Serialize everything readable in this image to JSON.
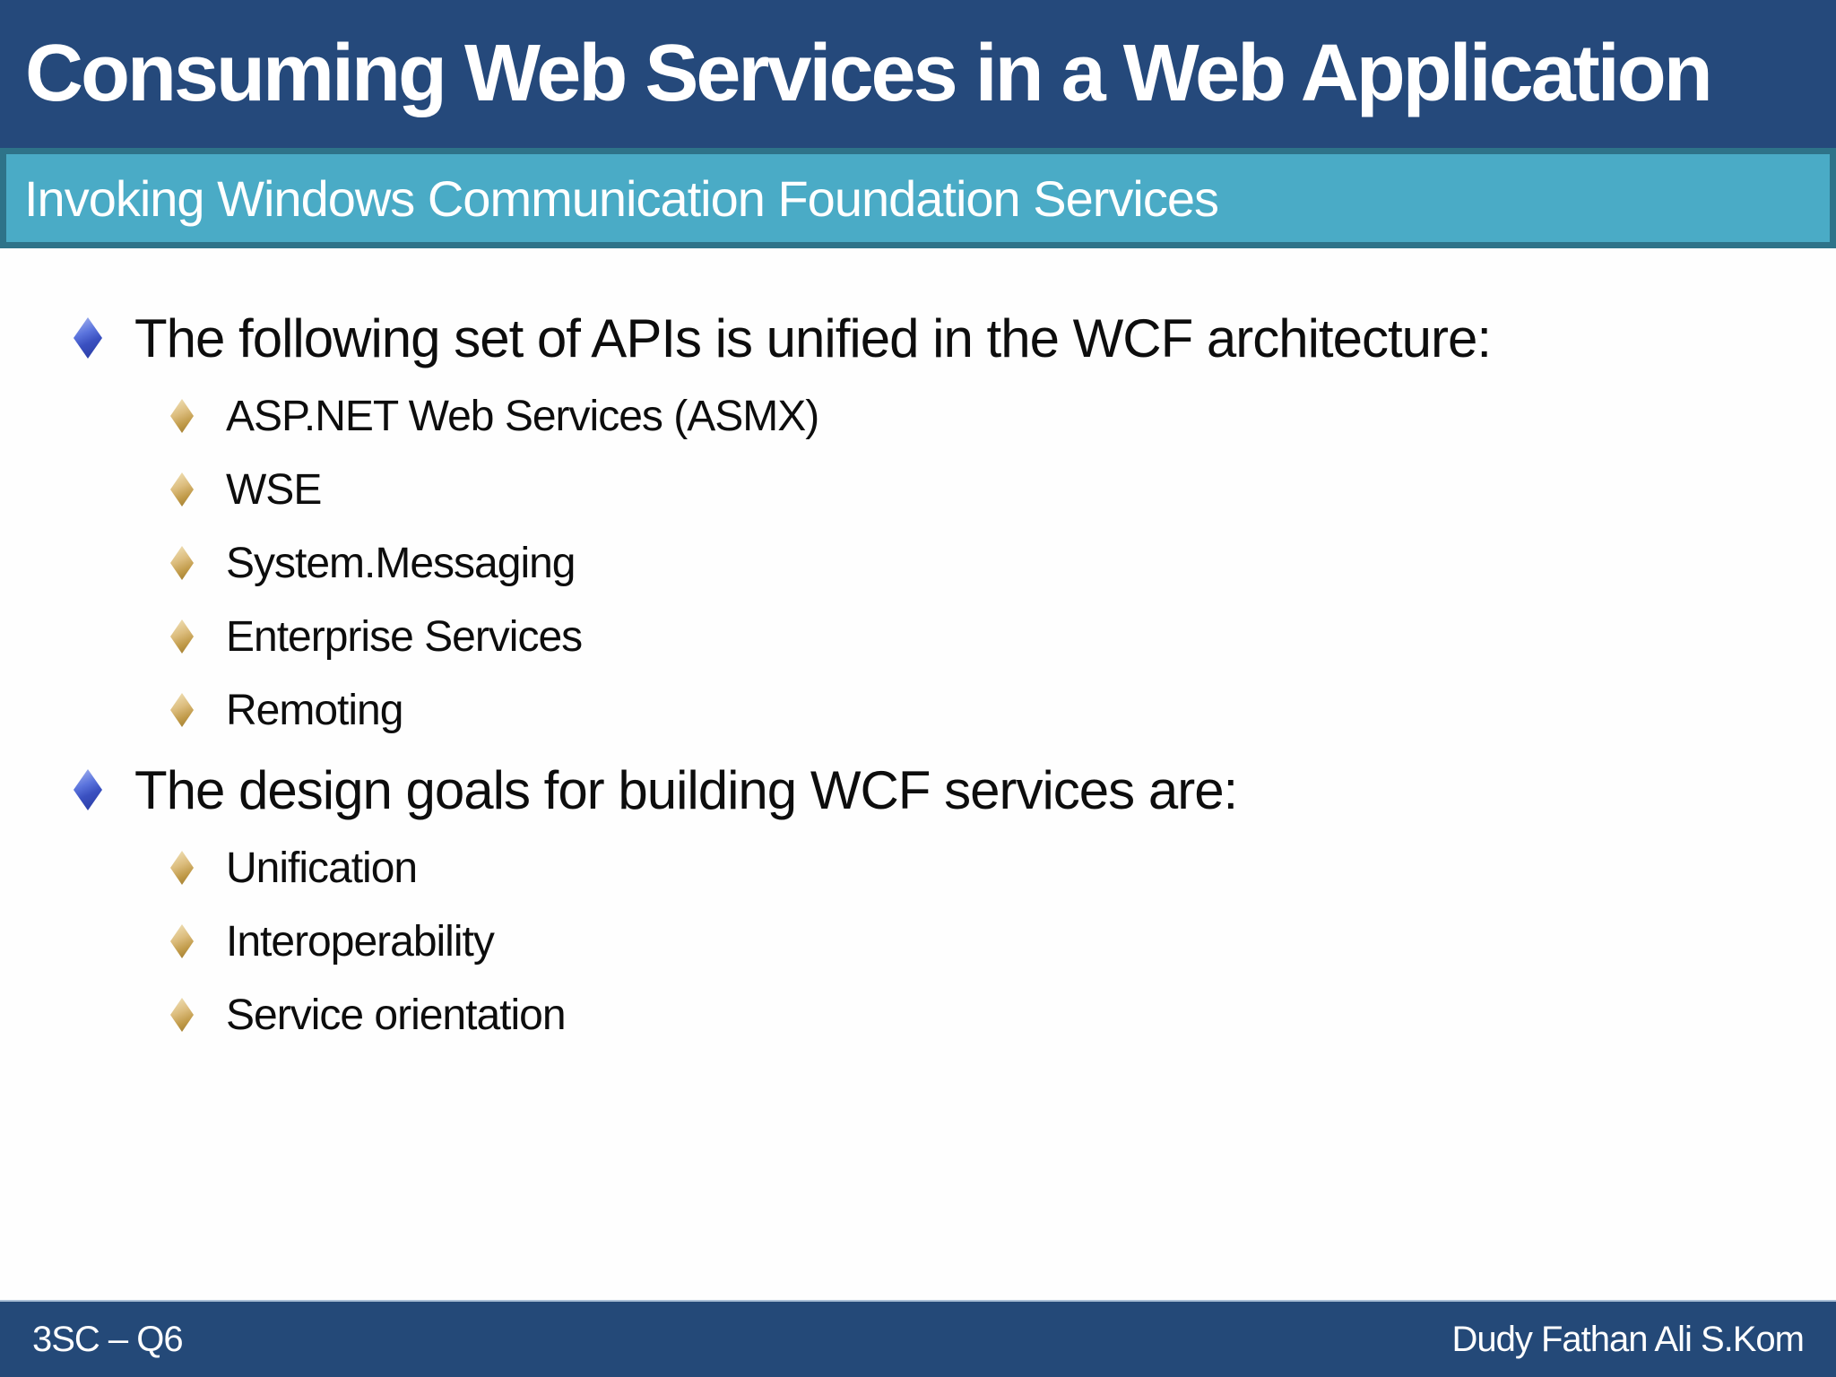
{
  "slide": {
    "title": "Consuming Web Services in a Web Application",
    "subtitle": "Invoking Windows Communication Foundation Services",
    "footer": {
      "left": "3SC – Q6",
      "right": "Dudy Fathan Ali S.Kom"
    }
  },
  "content": {
    "bullets": [
      {
        "level": 1,
        "icon": "blue-diamond-icon",
        "text": "The following set of APIs is unified in the WCF architecture:"
      },
      {
        "level": 2,
        "icon": "gold-diamond-icon",
        "text": "ASP.NET Web Services (ASMX)"
      },
      {
        "level": 2,
        "icon": "gold-diamond-icon",
        "text": "WSE"
      },
      {
        "level": 2,
        "icon": "gold-diamond-icon",
        "text": "System.Messaging"
      },
      {
        "level": 2,
        "icon": "gold-diamond-icon",
        "text": "Enterprise Services"
      },
      {
        "level": 2,
        "icon": "gold-diamond-icon",
        "text": "Remoting"
      },
      {
        "level": 1,
        "icon": "blue-diamond-icon",
        "text": "The design goals for building WCF services are:"
      },
      {
        "level": 2,
        "icon": "gold-diamond-icon",
        "text": "Unification"
      },
      {
        "level": 2,
        "icon": "gold-diamond-icon",
        "text": "Interoperability"
      },
      {
        "level": 2,
        "icon": "gold-diamond-icon",
        "text": "Service orientation"
      }
    ]
  },
  "colors": {
    "header_bg": "#25497B",
    "subtitle_bg": "#4AABC6",
    "subtitle_border": "#2E7389",
    "content_bg": "#FEFEFE",
    "footer_bg": "#244978",
    "footer_top_line": "#AABFD6",
    "text": "#0D0D0D",
    "header_text": "#FFFFFF",
    "bullet_level1": "#4156C4",
    "bullet_level2": "#C9A558"
  }
}
